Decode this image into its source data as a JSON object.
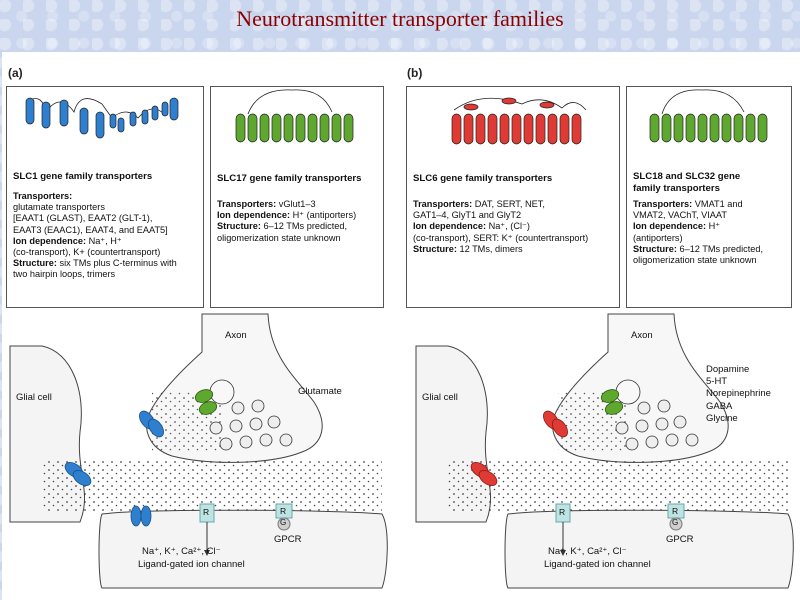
{
  "slide": {
    "title": "Neurotransmitter transporter families"
  },
  "panel_a": {
    "letter": "(a)",
    "slc1": {
      "title": "SLC1 gene family transporters",
      "transporters_heading": "Transporters:",
      "transporters_lines": [
        "glutamate transporters",
        "[EAAT1 (GLAST), EAAT2 (GLT-1),",
        "EAAT3 (EAAC1), EAAT4, and EAAT5]"
      ],
      "ion_heading": "Ion dependence:",
      "ion_line1": "Na⁺, H⁺",
      "ion_line2": "(co-transport), K+ (countertransport)",
      "structure_heading": "Structure:",
      "structure_line1": "six TMs plus C-terminus with",
      "structure_line2": "two hairpin loops, trimers"
    },
    "slc17": {
      "title": "SLC17 gene family transporters",
      "transporters_heading": "Transporters:",
      "transporters_value": "vGlut1–3",
      "ion_heading": "Ion dependence:",
      "ion_value": "H⁺ (antiporters)",
      "structure_heading": "Structure:",
      "structure_line1": "6–12 TMs predicted,",
      "structure_line2": "oligomerization state unknown"
    },
    "synapse": {
      "axon_label": "Axon",
      "glial_label": "Glial cell",
      "transmitter_label": "Glutamate",
      "receptor_label": "R",
      "gpcr_g_label": "G",
      "gpcr_label": "GPCR",
      "ions_label": "Na⁺, K⁺, Ca²⁺, Cl⁻",
      "channel_label": "Ligand-gated ion channel"
    }
  },
  "panel_b": {
    "letter": "(b)",
    "slc6": {
      "title": "SLC6 gene family transporters",
      "transporters_heading": "Transporters:",
      "transporters_line1": "DAT, SERT, NET,",
      "transporters_line2": "GAT1–4, GlyT1 and GlyT2",
      "ion_heading": "Ion dependence:",
      "ion_line1": "Na⁺, (Cl⁻)",
      "ion_line2": "(co-transport), SERT: K⁺ (countertransport)",
      "structure_heading": "Structure:",
      "structure_value": "12 TMs, dimers"
    },
    "slc18": {
      "title_line1": "SLC18 and SLC32 gene",
      "title_line2": "family transporters",
      "transporters_heading": "Transporters:",
      "transporters_line1": "VMAT1 and",
      "transporters_line2": "VMAT2, VAChT, VIAAT",
      "ion_heading": "Ion dependence:",
      "ion_line1": "H⁺",
      "ion_line2": "(antiporters)",
      "structure_heading": "Structure:",
      "structure_line1": "6–12 TMs predicted,",
      "structure_line2": "oligomerization state unknown"
    },
    "synapse": {
      "axon_label": "Axon",
      "glial_label": "Glial cell",
      "transmitters": [
        "Dopamine",
        "5-HT",
        "Norepinephrine",
        "GABA",
        "Glycine"
      ],
      "receptor_label": "R",
      "gpcr_g_label": "G",
      "gpcr_label": "GPCR",
      "ions_label": "Na⁺, K⁺, Ca²⁺, Cl⁻",
      "channel_label": "Ligand-gated ion channel"
    }
  },
  "colors": {
    "title": "#8b0000",
    "slc1_blue": "#2f7fcf",
    "green": "#5fa830",
    "slc6_red": "#e03a35",
    "receptor": "#bfe3e3"
  }
}
